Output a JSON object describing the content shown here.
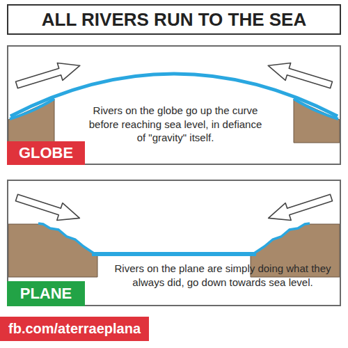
{
  "diagram": {
    "title": "ALL RIVERS RUN TO THE SEA",
    "nodes": [
      {
        "text": [
          "Rivers on the globe go up the curve before reaching sea level, in defiance of \"gravity\" itself."
        ]
      },
      {
        "text": [
          "GLOBE"
        ],
        "in": 0
      },
      {
        "text": [
          "Rivers on the plane are simply doing what they always did, go down towards sea level."
        ]
      },
      {
        "text": [
          "PLANE"
        ],
        "in": 2
      }
    ],
    "labels": [
      "fb.com/aterraeplana"
    ]
  }
}
